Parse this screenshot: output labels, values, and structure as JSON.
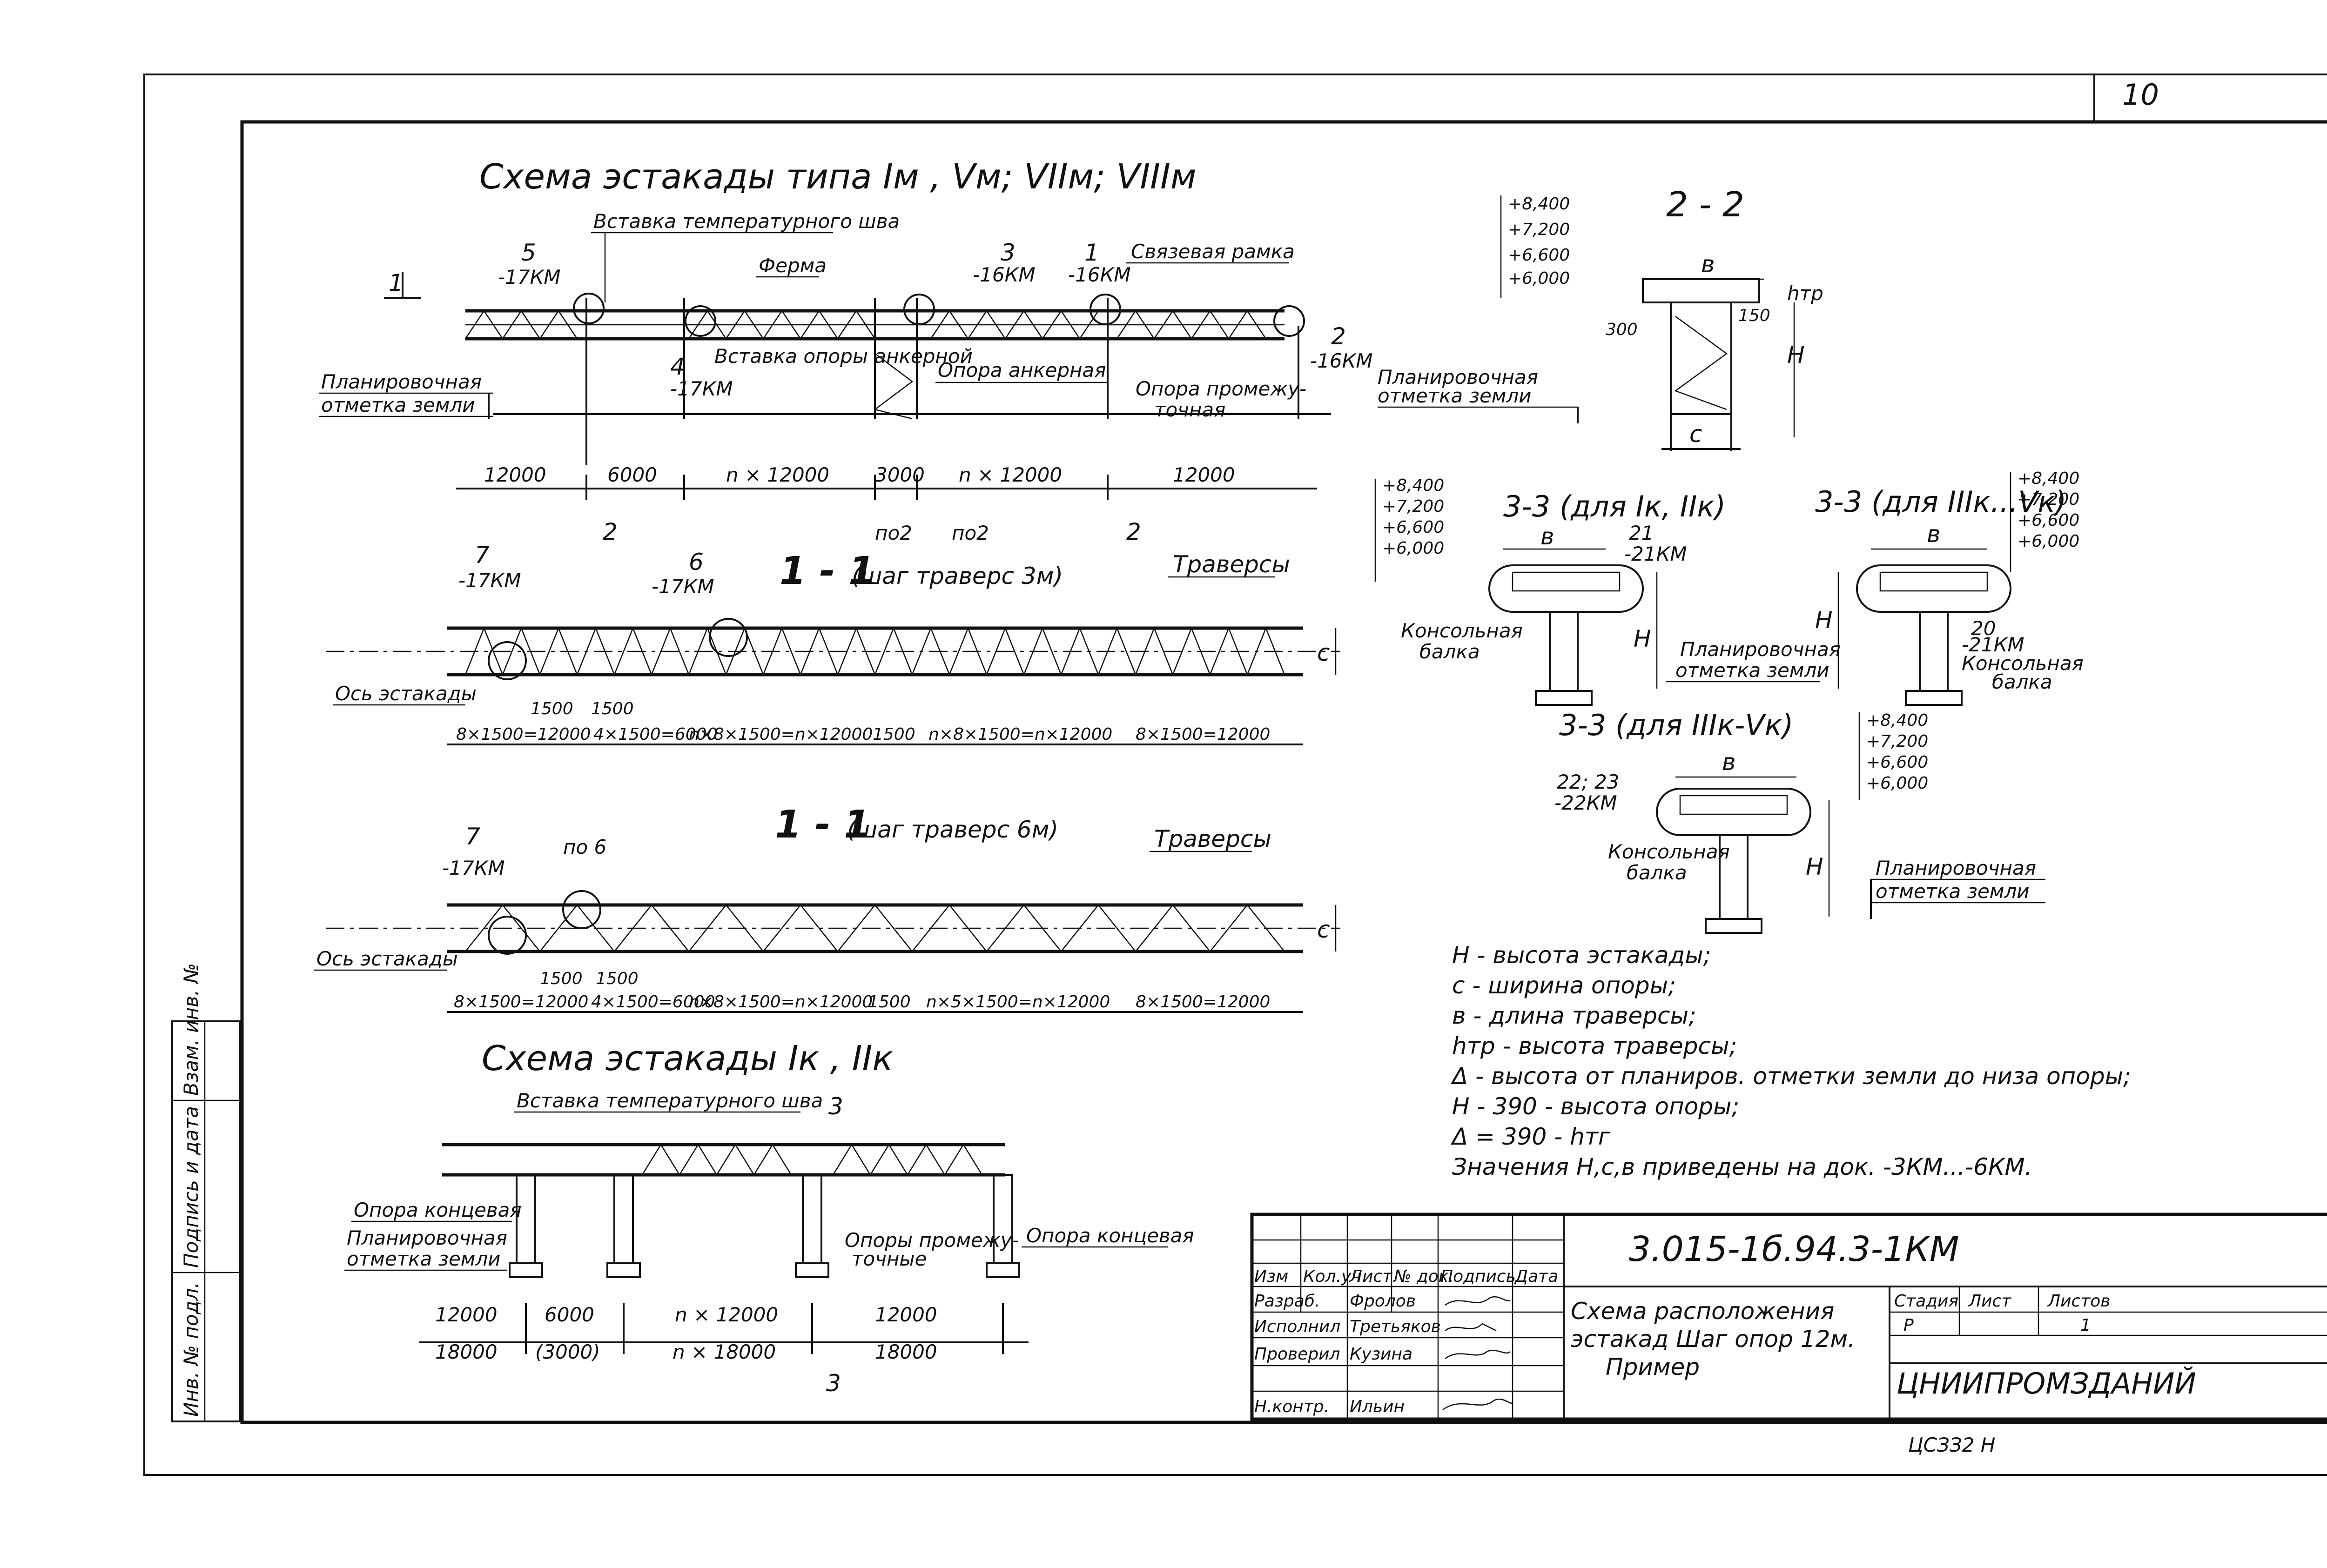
{
  "sheet": {
    "page_number": "10",
    "stamp_code": "ЦСЗЗ2  Н"
  },
  "scheme_top": {
    "title": "Схема эстакады  типа Iм , Vм; VIIм; VIIIм",
    "labels": {
      "insert_temp_joint": "Вставка температурного шва",
      "truss": "Ферма",
      "bracing_frame": "Связевая рамка",
      "insert_anchor_support": "Вставка опоры анкерной",
      "anchor_support": "Опора анкерная",
      "intermediate_support_1": "Опора промежу-",
      "intermediate_support_2": "точная",
      "ground_level_1": "Планировочная",
      "ground_level_2": "отметка земли",
      "section_mark": "1",
      "callout_5": "5",
      "callout_5_doc": "-17КМ",
      "callout_3": "3",
      "callout_3_doc": "-16КМ",
      "callout_1": "1",
      "callout_1_doc": "-16КМ",
      "callout_2": "2",
      "callout_2_doc": "-16КМ",
      "callout_4": "4",
      "callout_4_doc": "-17КМ",
      "sec2": "2",
      "po2": "по2"
    },
    "dims": [
      "12000",
      "6000",
      "n × 12000",
      "3000",
      "n × 12000",
      "12000"
    ]
  },
  "section_2_2": {
    "title": "2 - 2",
    "levels": [
      "+8,400",
      "+7,200",
      "+6,600",
      "+6,000"
    ],
    "b": "в",
    "c": "с",
    "h": "Н",
    "htr": "hтр",
    "dim_300": "300",
    "dim_150": "150",
    "ground_1": "Планировочная",
    "ground_2": "отметка земли"
  },
  "section_1_1_3m": {
    "title": "1 - 1",
    "subtitle": "(шаг траверс 3м)",
    "traverses": "Траверсы",
    "axis": "Ось эстакады",
    "callout_7": "7",
    "callout_7_doc": "-17КМ",
    "callout_6": "6",
    "callout_6_doc": "-17КМ",
    "c": "с",
    "dim_1500": "1500",
    "dims": [
      "8×1500=12000",
      "4×1500=6000",
      "n×8×1500=n×12000",
      "1500",
      "n×8×1500=n×12000",
      "8×1500=12000"
    ]
  },
  "section_1_1_6m": {
    "title": "1 - 1",
    "subtitle": "(шаг траверс 6м)",
    "traverses": "Траверсы",
    "axis": "Ось эстакады",
    "callout_7": "7",
    "callout_7_doc": "-17КМ",
    "po6": "по 6",
    "c": "с",
    "dim_1500": "1500",
    "dims": [
      "8×1500=12000",
      "4×1500=6000",
      "n×8×1500=n×12000",
      "1500",
      "n×5×1500=n×12000",
      "8×1500=12000"
    ]
  },
  "section_3_3_a": {
    "title": "3-3 (для Iк, IIк)",
    "levels": [
      "+8,400",
      "+7,200",
      "+6,600",
      "+6,000"
    ],
    "b": "в",
    "h": "Н",
    "callout_21": "21",
    "callout_21_doc": "-21КМ",
    "console": "Консольная",
    "console_2": "балка",
    "ground_1": "Планировочная",
    "ground_2": "отметка земли"
  },
  "section_3_3_b": {
    "title": "3-3 (для IIIк...Vк)",
    "levels": [
      "+8,400",
      "+7,200",
      "+6,600",
      "+6,000"
    ],
    "b": "в",
    "h": "Н",
    "callout_20": "20",
    "callout_20_doc": "-21КМ",
    "console": "Консольная",
    "console_2": "балка"
  },
  "section_3_3_c": {
    "title": "3-3 (для IIIк-Vк)",
    "levels": [
      "+8,400",
      "+7,200",
      "+6,600",
      "+6,000"
    ],
    "b": "в",
    "h": "Н",
    "callout": "22; 23",
    "callout_doc": "-22КМ",
    "console": "Консольная",
    "console_2": "балка",
    "ground_1": "Планировочная",
    "ground_2": "отметка земли"
  },
  "legend": {
    "lines": [
      "Н - высота эстакады;",
      "с - ширина опоры;",
      "в - длина траверсы;",
      "hтр - высота траверсы;",
      "Δ - высота от планиров. отметки земли до низа опоры;",
      "Н - 390 - высота опоры;",
      "Δ = 390 - hтг",
      "Значения Н,с,в приведены на док. -3КМ...-6КМ."
    ]
  },
  "scheme_bottom": {
    "title": "Схема эстакады Iк , IIк",
    "insert_temp_joint": "Вставка температурного шва",
    "section_3": "3",
    "end_support_left": "Опора концевая",
    "ground_1": "Планировочная",
    "ground_2": "отметка земли",
    "intermediate_1": "Опоры промежу-",
    "intermediate_2": "точные",
    "end_support_right": "Опора концевая",
    "dims_top": [
      "12000",
      "6000",
      "n × 12000",
      "12000"
    ],
    "dims_bottom": [
      "18000",
      "(3000)",
      "n × 18000",
      "18000"
    ]
  },
  "side_strip": {
    "cells": [
      "Инв. № подл.",
      "Подпись и дата",
      "Взам. инв. №"
    ]
  },
  "title_block": {
    "doc_code": "3.015-1б.94.3-1КМ",
    "title_1": "Схема расположения",
    "title_2": "эстакад Шаг опор 12м.",
    "title_3": "Пример",
    "col_headers": [
      "Изм",
      "Кол.уч",
      "Лист",
      "№ док.",
      "Подпись",
      "Дата"
    ],
    "roles": [
      {
        "role": "Разраб.",
        "name": "Фролов"
      },
      {
        "role": "Исполнил",
        "name": "Третьяков"
      },
      {
        "role": "Проверил",
        "name": "Кузина"
      },
      {
        "role": "Н.контр.",
        "name": "Ильин"
      }
    ],
    "stage_header": "Стадия",
    "sheet_header": "Лист",
    "sheets_header": "Листов",
    "stage_value": "Р",
    "sheets_value": "1",
    "org": "ЦНИИПРОМЗДАНИЙ"
  }
}
